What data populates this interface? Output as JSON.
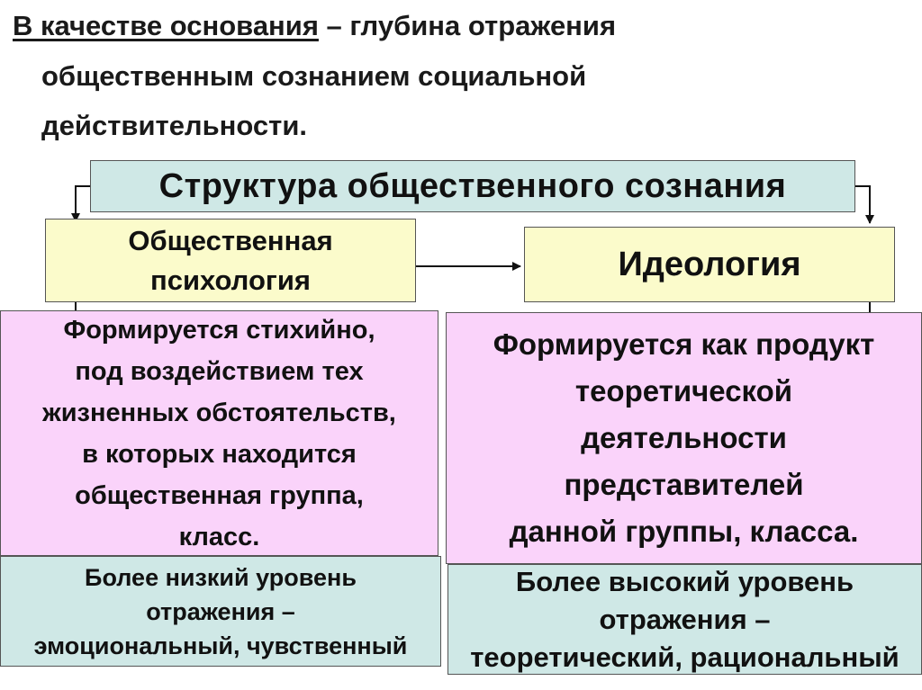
{
  "heading": {
    "label": "В качестве основания",
    "dash": " – ",
    "line1_rest": "глубина отражения",
    "line2": "общественным сознанием социальной",
    "line3": "действительности."
  },
  "diagram": {
    "title": "Структура общественного сознания",
    "left_node": "Общественная\nпсихология",
    "right_node": "Идеология",
    "left_description": "Формируется стихийно,\nпод воздействием тех\nжизненных обстоятельств,\nв которых находится\nобщественная группа,\nкласс.",
    "right_description": "Формируется как продукт\nтеоретической\nдеятельности\nпредставителей\nданной группы, класса.",
    "left_level": "Более низкий уровень\nотражения –\nэмоциональный, чувственный",
    "right_level": "Более высокий уровень\nотражения –\nтеоретический, рациональный"
  },
  "colors": {
    "title_fill": "#cfe8e6",
    "node_fill": "#fbfbcb",
    "description_fill": "#fad3fa",
    "level_fill": "#cfe8e6",
    "text": "#111111"
  }
}
